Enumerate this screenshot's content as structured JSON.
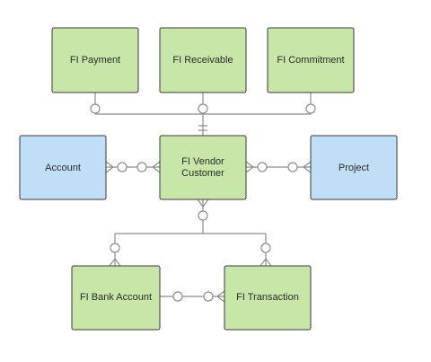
{
  "nodes": {
    "fi_payment": {
      "label": "FI Payment"
    },
    "fi_receivable": {
      "label": "FI Receivable"
    },
    "fi_commitment": {
      "label": "FI Commitment"
    },
    "account": {
      "label": "Account"
    },
    "fi_vendor_customer": {
      "line1": "FI Vendor",
      "line2": "Customer"
    },
    "project": {
      "label": "Project"
    },
    "fi_bank_account": {
      "label": "FI Bank Account"
    },
    "fi_transaction": {
      "label": "FI Transaction"
    }
  },
  "colors": {
    "entity_green": "#c7e6a8",
    "entity_blue": "#c0def5",
    "connector": "#8c8c8c"
  }
}
